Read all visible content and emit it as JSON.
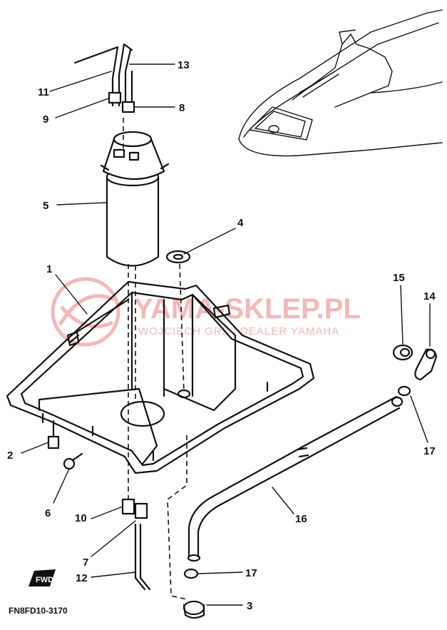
{
  "diagram": {
    "part_numbers": [
      "1",
      "2",
      "3",
      "4",
      "5",
      "6",
      "7",
      "8",
      "9",
      "10",
      "11",
      "12",
      "13",
      "14",
      "15",
      "16",
      "17",
      "17"
    ],
    "figure_code": "FN8FD10-3170",
    "watermark": {
      "main": "YAMA-SKLEP.PL",
      "sub": "WOJCIECH GRZ | DEALER YAMAHA"
    },
    "direction_marker": "FWD"
  }
}
